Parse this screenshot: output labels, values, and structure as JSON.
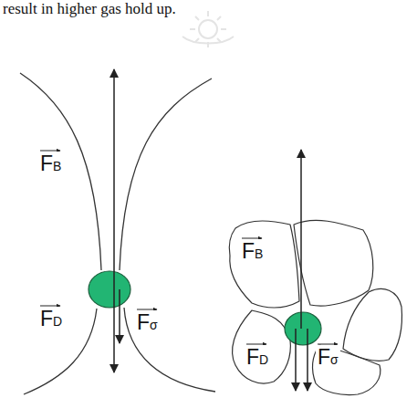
{
  "diagram": {
    "labels": [
      "result in higher gas hold up.",
      "FB",
      "FD",
      "Fσ",
      "FB",
      "FD",
      "Fσ"
    ]
  }
}
